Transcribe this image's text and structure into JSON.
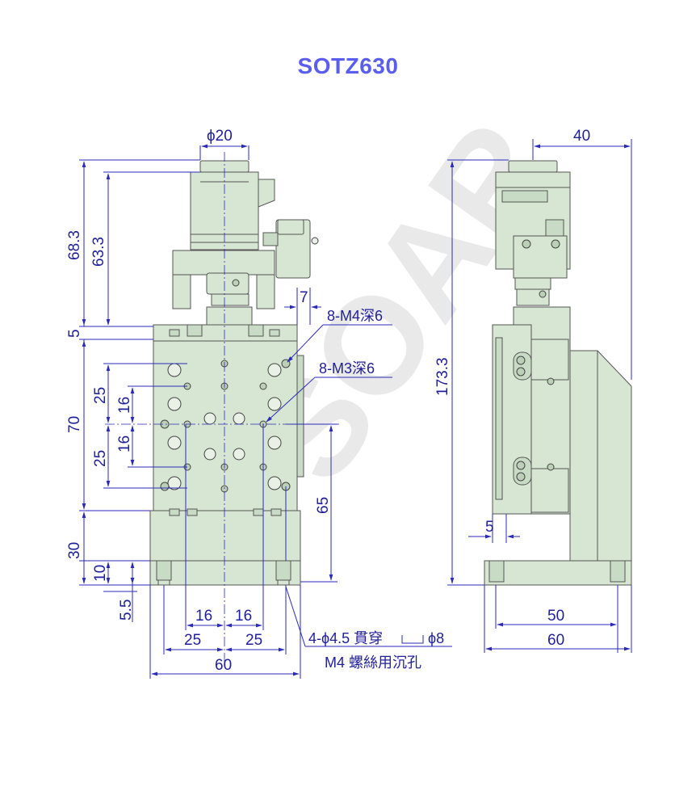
{
  "title": "SOTZ630",
  "front_view": {
    "dims": {
      "phi20": "ϕ20",
      "d68_3": "68.3",
      "d63_3": "63.3",
      "d5_top": "5",
      "d25_a": "25",
      "d16_a": "16",
      "d70": "70",
      "d16_b": "16",
      "d25_b": "25",
      "d30": "30",
      "d10": "10",
      "d5_5": "5.5",
      "d7": "7",
      "d65": "65",
      "d16_c": "16",
      "d16_d": "16",
      "d25_c": "25",
      "d25_d": "25",
      "d60": "60"
    },
    "notes": {
      "m4": "8-M4深6",
      "m3": "8-M3深6",
      "through_hole": "4-ϕ4.5 貫穿",
      "counterbore": "ϕ8",
      "m4_screw": "M4 螺絲用沉孔"
    }
  },
  "side_view": {
    "dims": {
      "d40": "40",
      "d173_3": "173.3",
      "d5": "5",
      "d50": "50",
      "d60": "60"
    }
  },
  "colors": {
    "title": "#5a5ef0",
    "dimension": "#1f1f9c",
    "part_fill": "#d7e6d3"
  }
}
